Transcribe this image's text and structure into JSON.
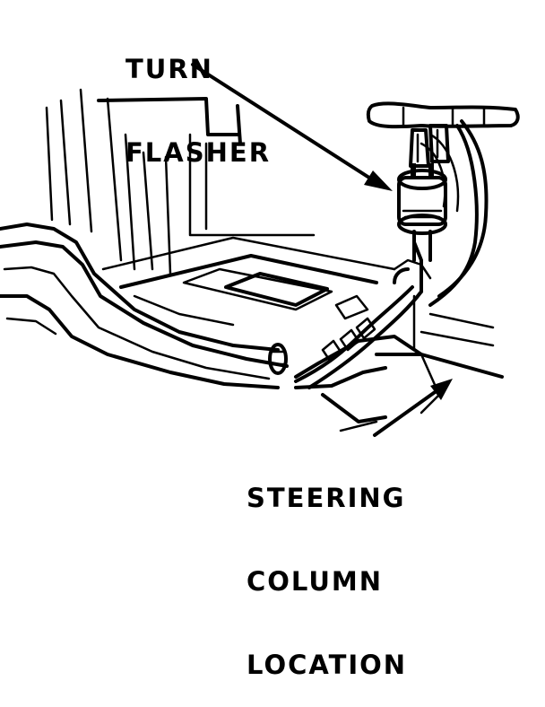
{
  "labels": {
    "turn_flasher": [
      "TURN",
      "FLASHER"
    ],
    "steering_column": [
      "STEERING",
      "COLUMN",
      "LOCATION"
    ]
  },
  "colors": {
    "ink": "#000000",
    "paper": "#ffffff"
  }
}
